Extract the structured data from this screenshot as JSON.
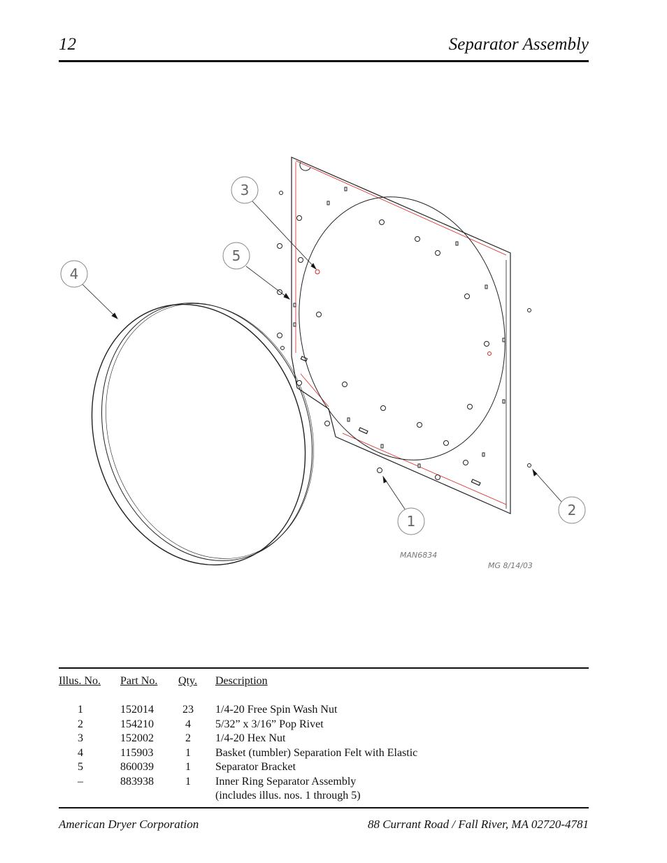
{
  "header": {
    "page_number": "12",
    "title": "Separator Assembly"
  },
  "drawing": {
    "callouts": [
      "1",
      "2",
      "3",
      "4",
      "5"
    ],
    "drawing_number": "MAN6834",
    "signature": "MG 8/14/03"
  },
  "table": {
    "headers": {
      "illus": "Illus. No.",
      "part": "Part  No.",
      "qty": "Qty.",
      "desc": "Description"
    },
    "rows": [
      {
        "illus": "1",
        "part": "152014",
        "qty": "23",
        "desc": "1/4-20 Free Spin Wash Nut"
      },
      {
        "illus": "2",
        "part": "154210",
        "qty": "4",
        "desc": "5/32” x 3/16” Pop Rivet"
      },
      {
        "illus": "3",
        "part": "152002",
        "qty": "2",
        "desc": "1/4-20 Hex Nut"
      },
      {
        "illus": "4",
        "part": "115903",
        "qty": "1",
        "desc": "Basket (tumbler) Separation Felt with Elastic"
      },
      {
        "illus": "5",
        "part": "860039",
        "qty": "1",
        "desc": "Separator  Bracket"
      },
      {
        "illus": "–",
        "part": "883938",
        "qty": "1",
        "desc": "Inner Ring Separator Assembly"
      },
      {
        "illus": "",
        "part": "",
        "qty": "",
        "desc": "(includes illus. nos. 1 through 5)"
      }
    ]
  },
  "footer": {
    "company": "American Dryer Corporation",
    "address": "88 Currant Road / Fall River, MA 02720-4781"
  }
}
